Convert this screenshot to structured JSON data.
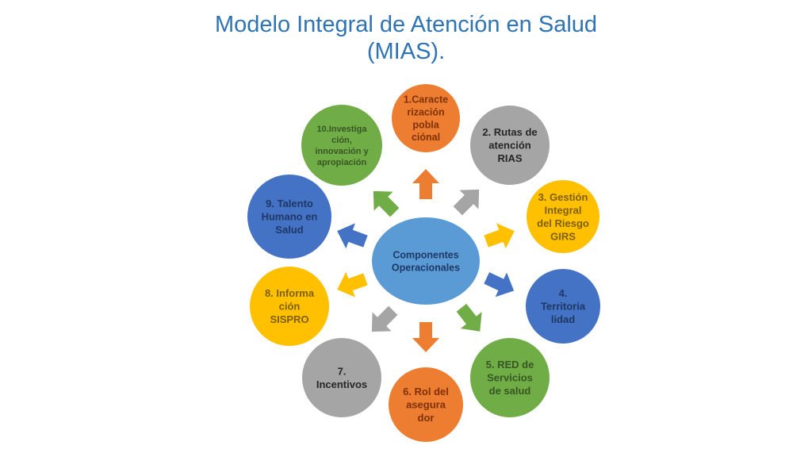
{
  "title": {
    "line1": "Modelo Integral de Atención en Salud",
    "line2": "(MIAS)."
  },
  "center": {
    "lines": [
      "Componentes",
      "Operacionales"
    ],
    "color": "#5b9bd5",
    "text_color": "#1f3864"
  },
  "nodes": [
    {
      "id": "caracterizacion",
      "lines": [
        "1.Caracte",
        "rización",
        "pobla",
        "ciónal"
      ],
      "color": "#ed7d31",
      "text_color": "#7f3106"
    },
    {
      "id": "rutas",
      "lines": [
        "2. Rutas de",
        "atención",
        "RIAS"
      ],
      "color": "#a5a5a5",
      "text_color": "#262626"
    },
    {
      "id": "gestion",
      "lines": [
        "3. Gestión",
        "Integral",
        "del Riesgo",
        "GIRS"
      ],
      "color": "#ffc000",
      "text_color": "#7f6000"
    },
    {
      "id": "territorialidad",
      "lines": [
        "4.",
        "Territoria",
        "lidad"
      ],
      "color": "#4472c4",
      "text_color": "#1f3864"
    },
    {
      "id": "red-servicios",
      "lines": [
        "5. RED de",
        "Servicios",
        "de salud"
      ],
      "color": "#70ad47",
      "text_color": "#375623"
    },
    {
      "id": "rol-asegurador",
      "lines": [
        "6. Rol del",
        "asegura",
        "dor"
      ],
      "color": "#ed7d31",
      "text_color": "#7f3106"
    },
    {
      "id": "incentivos",
      "lines": [
        "7.",
        "Incentivos"
      ],
      "color": "#a5a5a5",
      "text_color": "#262626"
    },
    {
      "id": "informacion",
      "lines": [
        "8. Informa",
        "ción",
        "SISPRO"
      ],
      "color": "#ffc000",
      "text_color": "#7f6000"
    },
    {
      "id": "talento-humano",
      "lines": [
        "9. Talento",
        "Humano en",
        "Salud"
      ],
      "color": "#4472c4",
      "text_color": "#1f3864"
    },
    {
      "id": "investigacion",
      "lines": [
        "10.Investiga",
        "ción,",
        "innovación y",
        "apropiación"
      ],
      "color": "#70ad47",
      "text_color": "#375623"
    }
  ],
  "arrows": [
    {
      "color": "#ed7d31"
    },
    {
      "color": "#a5a5a5"
    },
    {
      "color": "#ffc000"
    },
    {
      "color": "#4472c4"
    },
    {
      "color": "#70ad47"
    },
    {
      "color": "#ed7d31"
    },
    {
      "color": "#a5a5a5"
    },
    {
      "color": "#ffc000"
    },
    {
      "color": "#4472c4"
    },
    {
      "color": "#70ad47"
    }
  ]
}
